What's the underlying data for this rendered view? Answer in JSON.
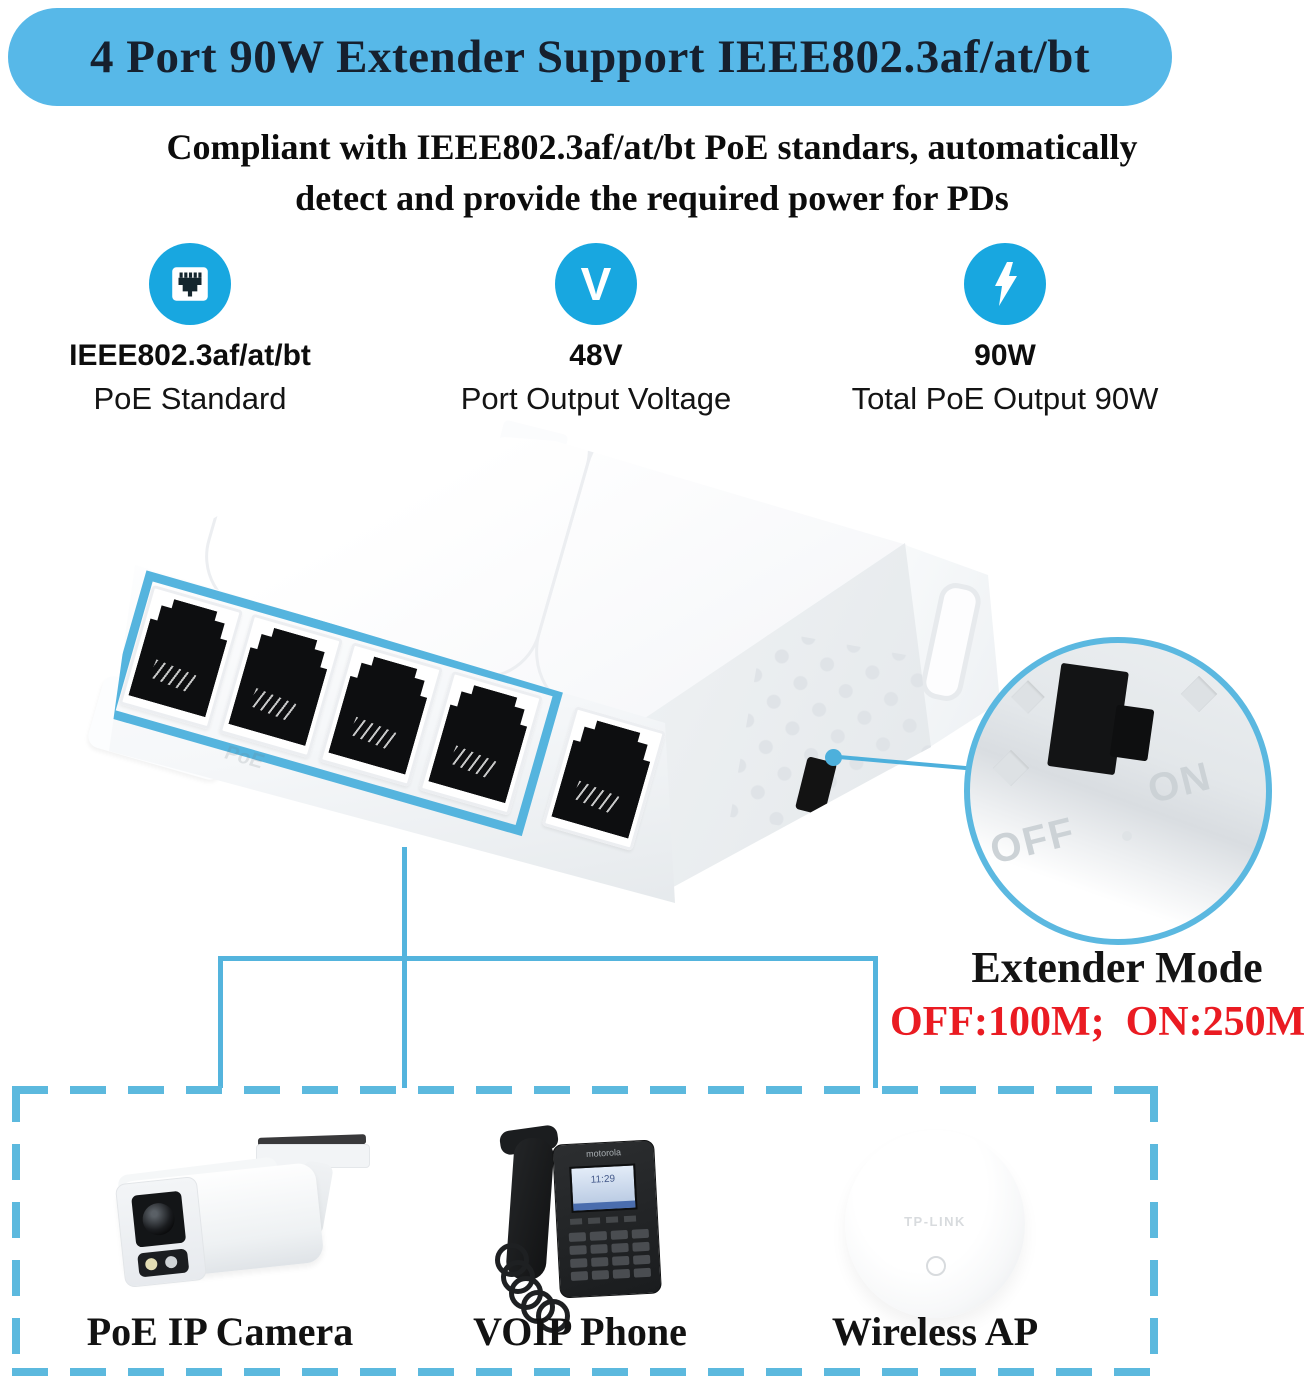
{
  "banner": {
    "title": "4 Port 90W Extender Support IEEE802.3af/at/bt"
  },
  "subtitle": {
    "line1": "Compliant with IEEE802.3af/at/bt PoE standars, automatically",
    "line2": "detect and provide the required power for PDs"
  },
  "features": [
    {
      "icon": "ethernet-port-icon",
      "title": "IEEE802.3af/at/bt",
      "subtitle": "PoE Standard"
    },
    {
      "icon": "voltage-icon",
      "title": "48V",
      "subtitle": "Port Output Voltage"
    },
    {
      "icon": "lightning-icon",
      "title": "90W",
      "subtitle": "Total PoE Output 90W"
    }
  ],
  "device": {
    "ports_total": 5,
    "ports_highlighted": 4,
    "port_marking": "PoE",
    "switch_off_label": "OFF",
    "switch_on_label": "ON"
  },
  "extender_mode": {
    "title": "Extender Mode",
    "detail": "OFF:100M;  ON:250M"
  },
  "connected_devices": {
    "camera_label": "PoE IP Camera",
    "phone_label": "VOIP Phone",
    "phone_brand": "motorola",
    "phone_screen_time": "11:29",
    "ap_label": "Wireless AP",
    "ap_brand": "TP-LINK"
  },
  "colors": {
    "banner_blue": "#57b8e8",
    "icon_blue": "#18a7e0",
    "accent_blue": "#55b4de",
    "dashed_blue": "#5cb9de",
    "detail_red": "#ea1b22"
  }
}
